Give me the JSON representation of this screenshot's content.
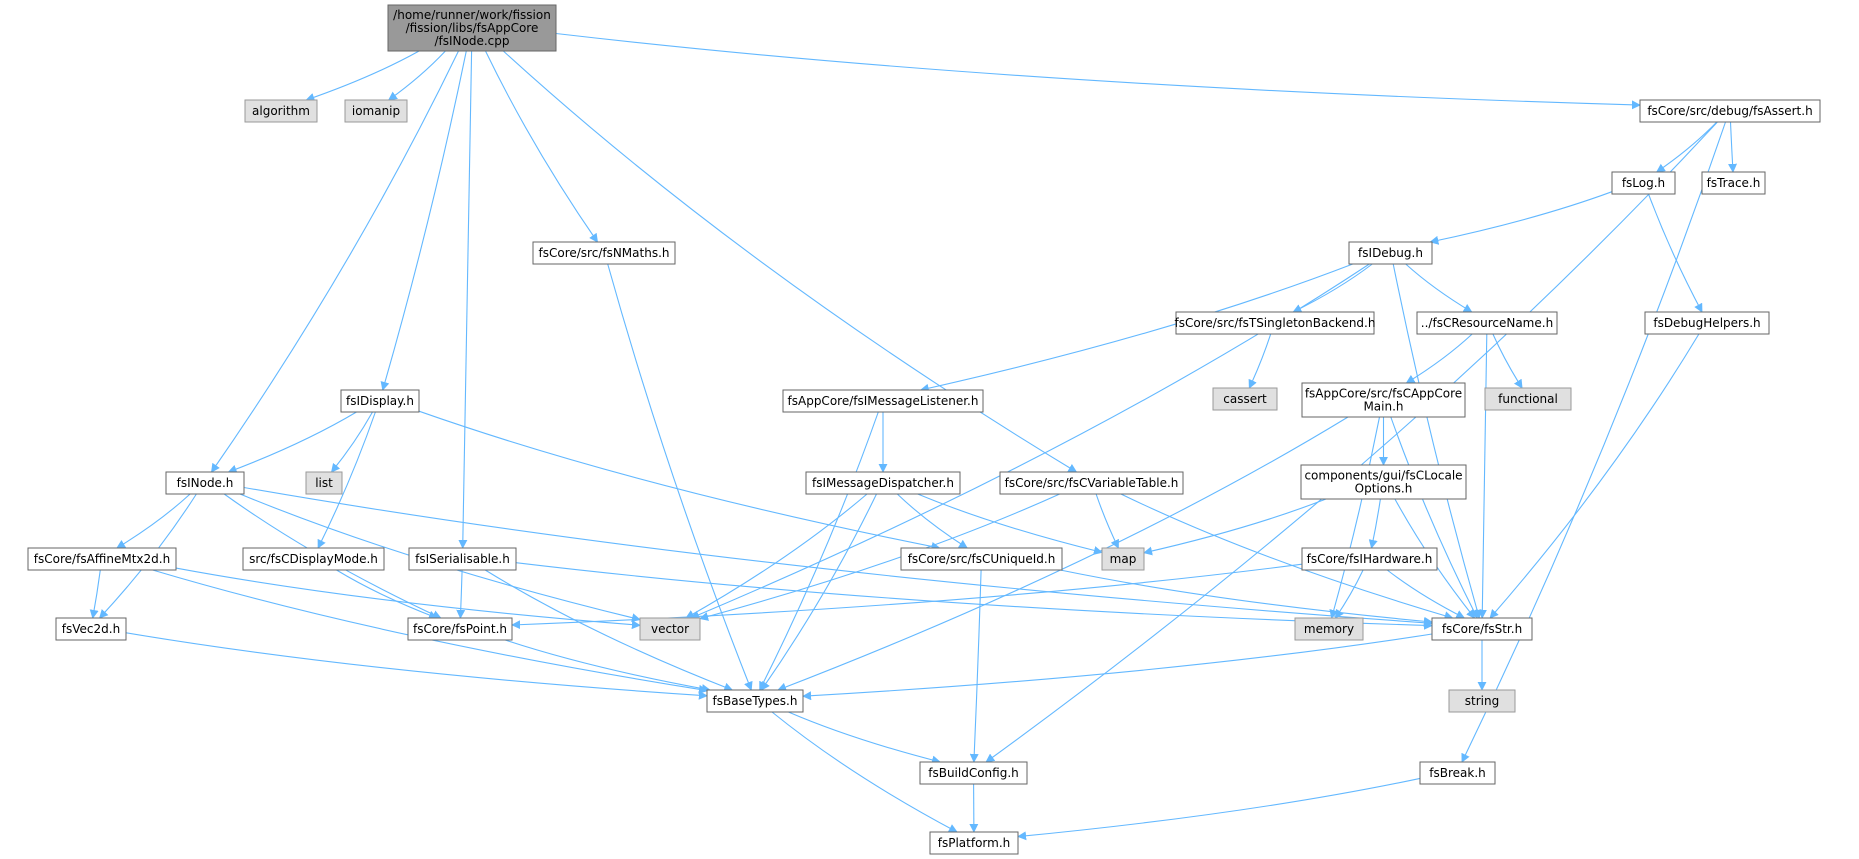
{
  "nodes": [
    {
      "id": "root",
      "lines": [
        "/home/runner/work/fission",
        "/fission/libs/fsAppCore",
        "/fsINode.cpp"
      ],
      "kind": "root"
    },
    {
      "id": "algorithm",
      "lines": [
        "algorithm"
      ],
      "kind": "sys"
    },
    {
      "id": "iomanip",
      "lines": [
        "iomanip"
      ],
      "kind": "sys"
    },
    {
      "id": "fsNMaths",
      "lines": [
        "fsCore/src/fsNMaths.h"
      ],
      "kind": "file"
    },
    {
      "id": "fsAssert",
      "lines": [
        "fsCore/src/debug/fsAssert.h"
      ],
      "kind": "file"
    },
    {
      "id": "fsLog",
      "lines": [
        "fsLog.h"
      ],
      "kind": "file"
    },
    {
      "id": "fsTrace",
      "lines": [
        "fsTrace.h"
      ],
      "kind": "file"
    },
    {
      "id": "fsIDebug",
      "lines": [
        "fsIDebug.h"
      ],
      "kind": "file"
    },
    {
      "id": "fsDebugHelpers",
      "lines": [
        "fsDebugHelpers.h"
      ],
      "kind": "file"
    },
    {
      "id": "fsTSingleton",
      "lines": [
        "fsCore/src/fsTSingletonBackend.h"
      ],
      "kind": "file"
    },
    {
      "id": "fsCResourceName",
      "lines": [
        "../fsCResourceName.h"
      ],
      "kind": "file"
    },
    {
      "id": "cassert",
      "lines": [
        "cassert"
      ],
      "kind": "sys"
    },
    {
      "id": "functional",
      "lines": [
        "functional"
      ],
      "kind": "sys"
    },
    {
      "id": "fsIDisplay",
      "lines": [
        "fsIDisplay.h"
      ],
      "kind": "file"
    },
    {
      "id": "fsIMessageListener",
      "lines": [
        "fsAppCore/fsIMessageListener.h"
      ],
      "kind": "file"
    },
    {
      "id": "fsCAppCoreMain",
      "lines": [
        "fsAppCore/src/fsCAppCore",
        "Main.h"
      ],
      "kind": "file"
    },
    {
      "id": "list",
      "lines": [
        "list"
      ],
      "kind": "sys"
    },
    {
      "id": "fsINode",
      "lines": [
        "fsINode.h"
      ],
      "kind": "file"
    },
    {
      "id": "fsIMessageDispatcher",
      "lines": [
        "fsIMessageDispatcher.h"
      ],
      "kind": "file"
    },
    {
      "id": "fsCVariableTable",
      "lines": [
        "fsCore/src/fsCVariableTable.h"
      ],
      "kind": "file"
    },
    {
      "id": "fsCLocaleOptions",
      "lines": [
        "components/gui/fsCLocale",
        "Options.h"
      ],
      "kind": "file"
    },
    {
      "id": "fsAffineMtx2d",
      "lines": [
        "fsCore/fsAffineMtx2d.h"
      ],
      "kind": "file"
    },
    {
      "id": "fsCDisplayMode",
      "lines": [
        "src/fsCDisplayMode.h"
      ],
      "kind": "file"
    },
    {
      "id": "fsISerialisable",
      "lines": [
        "fsISerialisable.h"
      ],
      "kind": "file"
    },
    {
      "id": "fsCUniqueId",
      "lines": [
        "fsCore/src/fsCUniqueId.h"
      ],
      "kind": "file"
    },
    {
      "id": "map",
      "lines": [
        "map"
      ],
      "kind": "sys"
    },
    {
      "id": "fsIHardware",
      "lines": [
        "fsCore/fsIHardware.h"
      ],
      "kind": "file"
    },
    {
      "id": "fsVec2d",
      "lines": [
        "fsVec2d.h"
      ],
      "kind": "file"
    },
    {
      "id": "fsPoint",
      "lines": [
        "fsCore/fsPoint.h"
      ],
      "kind": "file"
    },
    {
      "id": "vector",
      "lines": [
        "vector"
      ],
      "kind": "sys"
    },
    {
      "id": "memory",
      "lines": [
        "memory"
      ],
      "kind": "sys"
    },
    {
      "id": "fsStr",
      "lines": [
        "fsCore/fsStr.h"
      ],
      "kind": "file"
    },
    {
      "id": "fsBaseTypes",
      "lines": [
        "fsBaseTypes.h"
      ],
      "kind": "file"
    },
    {
      "id": "string",
      "lines": [
        "string"
      ],
      "kind": "sys"
    },
    {
      "id": "fsBuildConfig",
      "lines": [
        "fsBuildConfig.h"
      ],
      "kind": "file"
    },
    {
      "id": "fsBreak",
      "lines": [
        "fsBreak.h"
      ],
      "kind": "file"
    },
    {
      "id": "fsPlatform",
      "lines": [
        "fsPlatform.h"
      ],
      "kind": "file"
    }
  ],
  "edges": [
    [
      "root",
      "algorithm"
    ],
    [
      "root",
      "iomanip"
    ],
    [
      "root",
      "fsNMaths"
    ],
    [
      "root",
      "fsAssert"
    ],
    [
      "root",
      "fsIDisplay"
    ],
    [
      "root",
      "fsINode"
    ],
    [
      "root",
      "fsISerialisable"
    ],
    [
      "root",
      "fsCVariableTable"
    ],
    [
      "fsAssert",
      "fsLog"
    ],
    [
      "fsAssert",
      "fsTrace"
    ],
    [
      "fsAssert",
      "fsBuildConfig"
    ],
    [
      "fsAssert",
      "fsBreak"
    ],
    [
      "fsLog",
      "fsIDebug"
    ],
    [
      "fsLog",
      "fsDebugHelpers"
    ],
    [
      "fsIDebug",
      "fsTSingleton"
    ],
    [
      "fsIDebug",
      "fsCResourceName"
    ],
    [
      "fsIDebug",
      "fsIMessageListener"
    ],
    [
      "fsIDebug",
      "vector"
    ],
    [
      "fsIDebug",
      "fsStr"
    ],
    [
      "fsTSingleton",
      "cassert"
    ],
    [
      "fsCResourceName",
      "fsCAppCoreMain"
    ],
    [
      "fsCResourceName",
      "functional"
    ],
    [
      "fsCResourceName",
      "fsStr"
    ],
    [
      "fsCAppCoreMain",
      "fsCLocaleOptions"
    ],
    [
      "fsCAppCoreMain",
      "memory"
    ],
    [
      "fsCAppCoreMain",
      "fsBaseTypes"
    ],
    [
      "fsCAppCoreMain",
      "fsStr"
    ],
    [
      "fsCLocaleOptions",
      "fsIHardware"
    ],
    [
      "fsCLocaleOptions",
      "map"
    ],
    [
      "fsCLocaleOptions",
      "fsStr"
    ],
    [
      "fsIHardware",
      "fsPoint"
    ],
    [
      "fsIHardware",
      "memory"
    ],
    [
      "fsIHardware",
      "fsStr"
    ],
    [
      "fsIMessageListener",
      "fsIMessageDispatcher"
    ],
    [
      "fsIMessageListener",
      "fsBaseTypes"
    ],
    [
      "fsIMessageDispatcher",
      "fsCUniqueId"
    ],
    [
      "fsIMessageDispatcher",
      "map"
    ],
    [
      "fsIMessageDispatcher",
      "vector"
    ],
    [
      "fsIMessageDispatcher",
      "fsBaseTypes"
    ],
    [
      "fsCVariableTable",
      "map"
    ],
    [
      "fsCVariableTable",
      "vector"
    ],
    [
      "fsCVariableTable",
      "fsStr"
    ],
    [
      "fsIDisplay",
      "fsINode"
    ],
    [
      "fsIDisplay",
      "list"
    ],
    [
      "fsIDisplay",
      "fsCDisplayMode"
    ],
    [
      "fsIDisplay",
      "fsCUniqueId"
    ],
    [
      "fsINode",
      "fsAffineMtx2d"
    ],
    [
      "fsINode",
      "fsVec2d"
    ],
    [
      "fsINode",
      "fsPoint"
    ],
    [
      "fsINode",
      "vector"
    ],
    [
      "fsINode",
      "fsStr"
    ],
    [
      "fsAffineMtx2d",
      "fsVec2d"
    ],
    [
      "fsAffineMtx2d",
      "vector"
    ],
    [
      "fsAffineMtx2d",
      "fsBaseTypes"
    ],
    [
      "fsCDisplayMode",
      "fsPoint"
    ],
    [
      "fsISerialisable",
      "fsPoint"
    ],
    [
      "fsISerialisable",
      "fsBaseTypes"
    ],
    [
      "fsISerialisable",
      "fsStr"
    ],
    [
      "fsCUniqueId",
      "fsBuildConfig"
    ],
    [
      "fsCUniqueId",
      "fsStr"
    ],
    [
      "fsNMaths",
      "fsBaseTypes"
    ],
    [
      "fsVec2d",
      "fsBaseTypes"
    ],
    [
      "fsPoint",
      "fsBaseTypes"
    ],
    [
      "fsStr",
      "fsBaseTypes"
    ],
    [
      "fsStr",
      "string"
    ],
    [
      "fsDebugHelpers",
      "fsStr"
    ],
    [
      "fsBaseTypes",
      "fsBuildConfig"
    ],
    [
      "fsBaseTypes",
      "fsPlatform"
    ],
    [
      "fsBuildConfig",
      "fsPlatform"
    ],
    [
      "fsBreak",
      "fsPlatform"
    ]
  ]
}
